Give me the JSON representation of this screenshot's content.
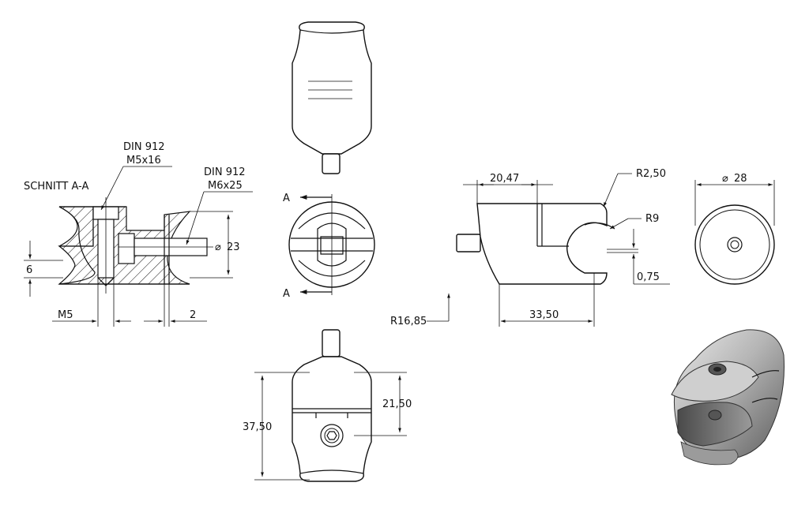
{
  "section_title": "SCHNITT A-A",
  "screw_1": {
    "standard": "DIN 912",
    "size": "M5x16"
  },
  "screw_2": {
    "standard": "DIN 912",
    "size": "M6x25"
  },
  "section_marker_top": "A",
  "section_marker_bottom": "A",
  "dims": {
    "dia_23": "23",
    "height_6": "6",
    "thread_m5": "M5",
    "offset_2": "2",
    "width_20_47": "20,47",
    "radius_r2_50": "R2,50",
    "radius_r9": "R9",
    "radius_r16_85": "R16,85",
    "length_33_50": "33,50",
    "offset_0_75": "0,75",
    "dia_28": "28",
    "height_37_50": "37,50",
    "height_21_50": "21,50"
  },
  "symbols": {
    "diameter": "⌀"
  },
  "colors": {
    "line": "#111111",
    "shade_light": "#e6e6e6",
    "shade_mid": "#a8a8a8",
    "shade_dark": "#6a6a6a"
  }
}
